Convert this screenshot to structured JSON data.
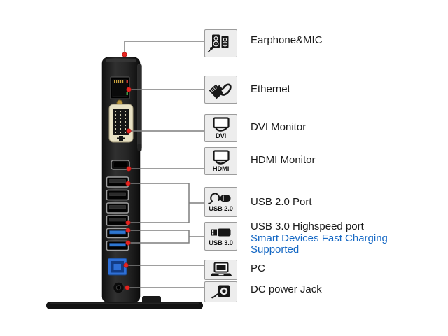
{
  "title": "USB docking station rear ports diagram",
  "colors": {
    "background": "#ffffff",
    "callout_line": "#7f7f7f",
    "marker_red": "#e52520",
    "info_blue": "#1568c4",
    "icon_box_bg": "#ededed",
    "icon_box_border": "#9c9c9c",
    "device_body": "#1e1e1e",
    "usb3_blue": "#2e77d0",
    "usb_b_blue": "#2e6fd6",
    "dvi_cream": "#e8e1c4"
  },
  "device": {
    "name": "docking station (rear view) on stand",
    "ports_top_to_bottom": [
      "earphone-mic-jack-top",
      "ethernet-rj45",
      "dvi-connector",
      "hdmi-port",
      "usb-2.0-port-x4",
      "usb-3.0-port-x2",
      "usb-b-pc-port",
      "dc-power-jack"
    ]
  },
  "callouts": [
    {
      "icon": "speakers-mic-icon",
      "label": "Earphone&MIC"
    },
    {
      "icon": "ethernet-plug-icon",
      "label": "Ethernet"
    },
    {
      "icon": "dvi-monitor-icon",
      "icon_caption": "DVI",
      "label": "DVI Monitor"
    },
    {
      "icon": "hdmi-monitor-icon",
      "icon_caption": "HDMI",
      "label": "HDMI Monitor"
    },
    {
      "icon": "usb-mouse-drive-icon",
      "icon_caption": "USB 2.0",
      "label": "USB 2.0 Port"
    },
    {
      "icon": "usb-flash-drive-icon",
      "icon_caption": "USB 3.0",
      "label": "USB 3.0 Highspeed port",
      "sublabel": "Smart Devices Fast Charging Supported"
    },
    {
      "icon": "laptop-icon",
      "label": "PC"
    },
    {
      "icon": "power-plug-icon",
      "label": "DC power Jack"
    }
  ]
}
